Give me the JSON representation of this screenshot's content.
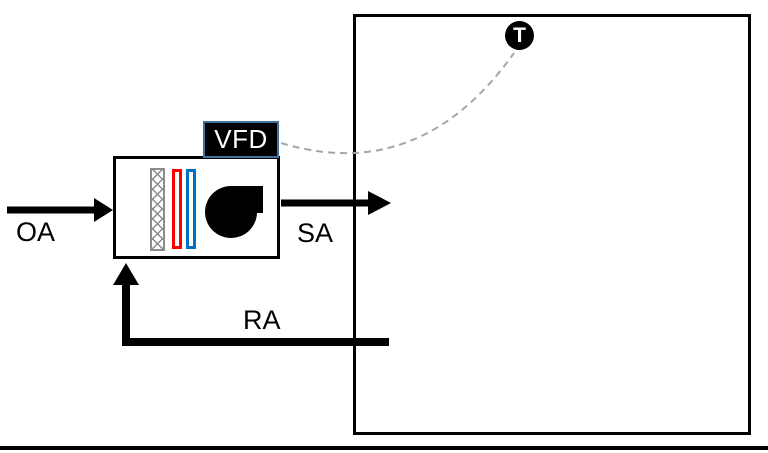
{
  "diagram": {
    "labels": {
      "outside_air": "OA",
      "supply_air": "SA",
      "return_air": "RA",
      "vfd": "VFD",
      "temperature_sensor": "T"
    },
    "colors": {
      "outline": "#000000",
      "heating_coil": "#ff0000",
      "cooling_coil": "#0070c0",
      "filter_hatch": "#8c8c8c",
      "vfd_border": "#41719c",
      "vfd_fill": "#000000",
      "vfd_text": "#ffffff",
      "signal_line": "#a6a6a6"
    }
  }
}
